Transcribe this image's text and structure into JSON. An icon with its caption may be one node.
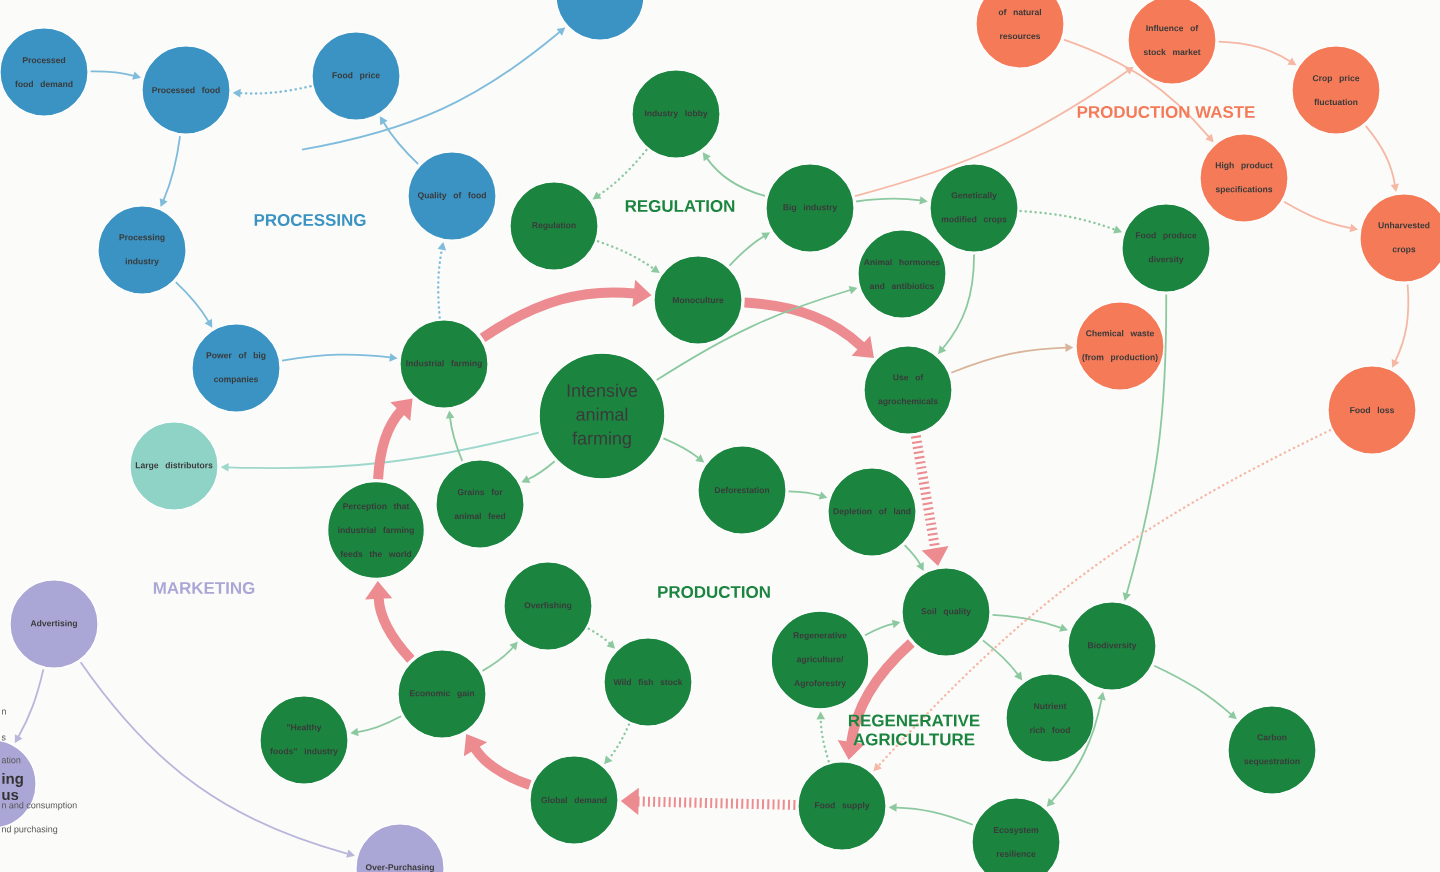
{
  "diagram": {
    "nodes": [
      {
        "text": [
          "Processed food demand"
        ]
      },
      {
        "text": [
          "Processed food"
        ]
      },
      {
        "text": [
          "Food price"
        ]
      },
      {
        "text": [
          "Quality of food"
        ]
      },
      {
        "text": [
          "Processing industry"
        ]
      },
      {
        "text": [
          "Power of big companies"
        ]
      },
      {
        "text": [
          "Large distributors"
        ]
      },
      {
        "text": [
          "Advertising"
        ]
      },
      {
        "text": [
          "Over-Purchasing"
        ]
      },
      {
        "text": [],
        "shape": "circle"
      },
      {
        "text": [],
        "shape": "circle"
      },
      {
        "text": [
          "Industry lobby"
        ]
      },
      {
        "text": [
          "Regulation"
        ]
      },
      {
        "text": [
          "Monoculture"
        ]
      },
      {
        "text": [
          "Big industry"
        ]
      },
      {
        "text": [
          "Genetically modified crops"
        ]
      },
      {
        "text": [
          "Animal hormones and antibiotics"
        ]
      },
      {
        "text": [
          "Food produce diversity"
        ]
      },
      {
        "text": [
          "Industrial farming"
        ]
      },
      {
        "text": [
          "Intensive animal farming"
        ]
      },
      {
        "text": [
          "Use of agrochemicals"
        ]
      },
      {
        "text": [
          "Perception that industrial farming feeds the world"
        ]
      },
      {
        "text": [
          "Grains for animal feed"
        ]
      },
      {
        "text": [
          "Deforestation"
        ]
      },
      {
        "text": [
          "Depletion of land"
        ]
      },
      {
        "text": [
          "Overfishing"
        ]
      },
      {
        "text": [
          "Wild fish stock"
        ]
      },
      {
        "text": [
          "Economic gain"
        ]
      },
      {
        "text": [
          "\"Healthy foods\" industry"
        ]
      },
      {
        "text": [
          "Soil quality"
        ]
      },
      {
        "text": [
          "Regenerative agriculture/ Agroforestry"
        ]
      },
      {
        "text": [
          "Global demand"
        ]
      },
      {
        "text": [
          "Food supply"
        ]
      },
      {
        "text": [
          "Biodiversity"
        ]
      },
      {
        "text": [
          "Nutrient rich food"
        ]
      },
      {
        "text": [
          "Carbon sequestration"
        ]
      },
      {
        "text": [
          "Ecosystem resilience"
        ]
      },
      {
        "text": [
          "of natural resources"
        ]
      },
      {
        "text": [
          "Influence of stock market"
        ]
      },
      {
        "text": [
          "Crop price fluctuation"
        ]
      },
      {
        "text": [
          "High product specifications"
        ]
      },
      {
        "text": [
          "Unharvested crops"
        ]
      },
      {
        "text": [
          "Chemical waste (from production)"
        ]
      },
      {
        "text": [
          "Food loss"
        ]
      }
    ],
    "edges": [
      {
        "from": 0,
        "to": 1,
        "arrow": "to",
        "color": "#7fbcdc"
      },
      {
        "from": 2,
        "to": 1,
        "arrow": "to",
        "style": "dashed",
        "color": "#7fbcdc"
      },
      {
        "from": 1,
        "to": 4,
        "arrow": "to",
        "color": "#7fbcdc"
      },
      {
        "from": 4,
        "to": 5,
        "arrow": "to",
        "color": "#7fbcdc"
      },
      {
        "from": 3,
        "to": 2,
        "arrow": "to",
        "color": "#7fbcdc"
      },
      {
        "from": 18,
        "to": 3,
        "arrow": "to",
        "style": "dashed",
        "color": "#7fbcdc"
      },
      {
        "from": 5,
        "to": 18,
        "arrow": "to",
        "color": "#7fbcdc"
      },
      {
        "from": null,
        "to": 9,
        "arrow": "to",
        "color": "#7fbcdc"
      },
      {
        "from": 19,
        "to": 6,
        "arrow": "to",
        "color": "#9ed8cc"
      },
      {
        "from": 7,
        "to": 8,
        "arrow": "to",
        "color": "#b9b6dc"
      },
      {
        "from": 7,
        "to": 10,
        "arrow": "to",
        "color": "#b9b6dc"
      },
      {
        "from": 21,
        "to": 18,
        "arrow": "to",
        "style": "thick",
        "color": "#ec8b90"
      },
      {
        "from": 18,
        "to": 13,
        "arrow": "to",
        "style": "thick",
        "color": "#ec8b90"
      },
      {
        "from": 13,
        "to": 20,
        "arrow": "to",
        "style": "thick",
        "color": "#ec8b90"
      },
      {
        "from": 20,
        "to": 29,
        "arrow": "to",
        "style": "dashed",
        "color": "#ec8b90"
      },
      {
        "from": 29,
        "to": 32,
        "arrow": "to",
        "style": "thick",
        "color": "#ec8b90"
      },
      {
        "from": 32,
        "to": 31,
        "arrow": "to",
        "style": "dashed",
        "color": "#ec8b90"
      },
      {
        "from": 31,
        "to": 27,
        "arrow": "to",
        "style": "thick",
        "color": "#ec8b90"
      },
      {
        "from": 27,
        "to": 21,
        "arrow": "to",
        "style": "thick",
        "color": "#ec8b90"
      },
      {
        "from": 13,
        "to": 14,
        "arrow": "to"
      },
      {
        "from": 14,
        "to": 11,
        "arrow": "to"
      },
      {
        "from": 11,
        "to": 12,
        "arrow": "to",
        "style": "dashed"
      },
      {
        "from": 12,
        "to": 13,
        "arrow": "to",
        "style": "dashed"
      },
      {
        "from": 14,
        "to": 15,
        "arrow": "to"
      },
      {
        "from": 15,
        "to": 20,
        "arrow": "to"
      },
      {
        "from": 19,
        "to": 16,
        "arrow": "to"
      },
      {
        "from": 15,
        "to": 17,
        "arrow": "to",
        "style": "dashed"
      },
      {
        "from": 22,
        "to": 18,
        "arrow": "to"
      },
      {
        "from": 19,
        "to": 22,
        "arrow": "to"
      },
      {
        "from": 19,
        "to": 23,
        "arrow": "to"
      },
      {
        "from": 23,
        "to": 24,
        "arrow": "to"
      },
      {
        "from": 24,
        "to": 29,
        "arrow": "to"
      },
      {
        "from": 25,
        "to": 26,
        "arrow": "to",
        "style": "dashed"
      },
      {
        "from": 27,
        "to": 25,
        "arrow": "to"
      },
      {
        "from": 27,
        "to": 28,
        "arrow": "to"
      },
      {
        "from": 26,
        "to": 31,
        "arrow": "to",
        "style": "dashed"
      },
      {
        "from": 30,
        "to": 29,
        "arrow": "to"
      },
      {
        "from": 32,
        "to": 30,
        "arrow": "to",
        "style": "dashed"
      },
      {
        "from": 29,
        "to": 33,
        "arrow": "to"
      },
      {
        "from": 29,
        "to": 34,
        "arrow": "to"
      },
      {
        "from": 33,
        "to": 35,
        "arrow": "to"
      },
      {
        "from": 33,
        "to": 36,
        "arrow": "both"
      },
      {
        "from": 36,
        "to": 32,
        "arrow": "to"
      },
      {
        "from": 17,
        "to": 33,
        "arrow": "to"
      },
      {
        "from": 14,
        "to": 38,
        "arrow": "to",
        "color": "#f6b8a5"
      },
      {
        "from": 38,
        "to": 39,
        "arrow": "to",
        "color": "#f6b8a5"
      },
      {
        "from": 39,
        "to": 41,
        "arrow": "to",
        "color": "#f6b8a5"
      },
      {
        "from": 40,
        "to": 41,
        "arrow": "to",
        "color": "#f6b8a5"
      },
      {
        "from": 41,
        "to": 43,
        "arrow": "to",
        "color": "#f6b8a5"
      },
      {
        "from": 37,
        "to": 40,
        "arrow": "to",
        "color": "#f6b8a5"
      },
      {
        "from": 20,
        "to": 42,
        "arrow": "to",
        "color": "#d9b49a"
      },
      {
        "from": 43,
        "to": 32,
        "arrow": "to",
        "style": "dashed",
        "color": "#f6b8a5"
      }
    ],
    "labels": [
      "PROCESSING",
      "REGULATION",
      "PRODUCTION WASTE",
      "MARKETING",
      "PRODUCTION",
      "REGENERATIVE AGRICULTURE",
      "n",
      "s",
      "ation",
      "ing",
      "us",
      "n and consumption",
      "nd purchasing"
    ]
  }
}
